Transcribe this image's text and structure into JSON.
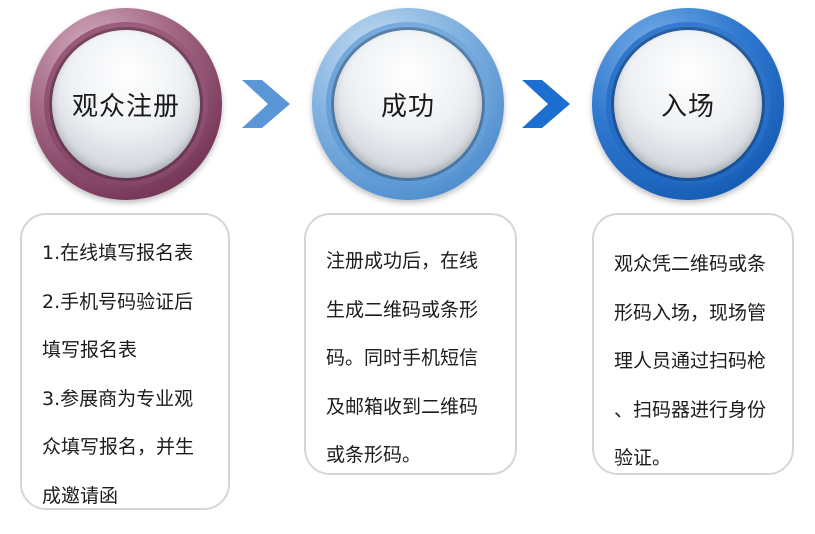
{
  "steps": [
    {
      "label": "观众注册",
      "color": "#8a4a6c"
    },
    {
      "label": "成功",
      "color": "#5e9ad6"
    },
    {
      "label": "入场",
      "color": "#1f69c4"
    }
  ],
  "arrows": [
    {
      "icon": "chevron-right-icon",
      "color": "#5b97d6"
    },
    {
      "icon": "chevron-right-icon",
      "color": "#1c6fd0"
    }
  ],
  "descriptions": [
    "1.在线填写报名表\n2.手机号码验证后\n填写报名表\n3.参展商为专业观\n众填写报名，并生\n成邀请函",
    "注册成功后，在线\n生成二维码或条形\n码。同时手机短信\n及邮箱收到二维码\n或条形码。",
    "观众凭二维码或条\n形码入场，现场管\n理人员通过扫码枪\n、扫码器进行身份\n验证。"
  ]
}
